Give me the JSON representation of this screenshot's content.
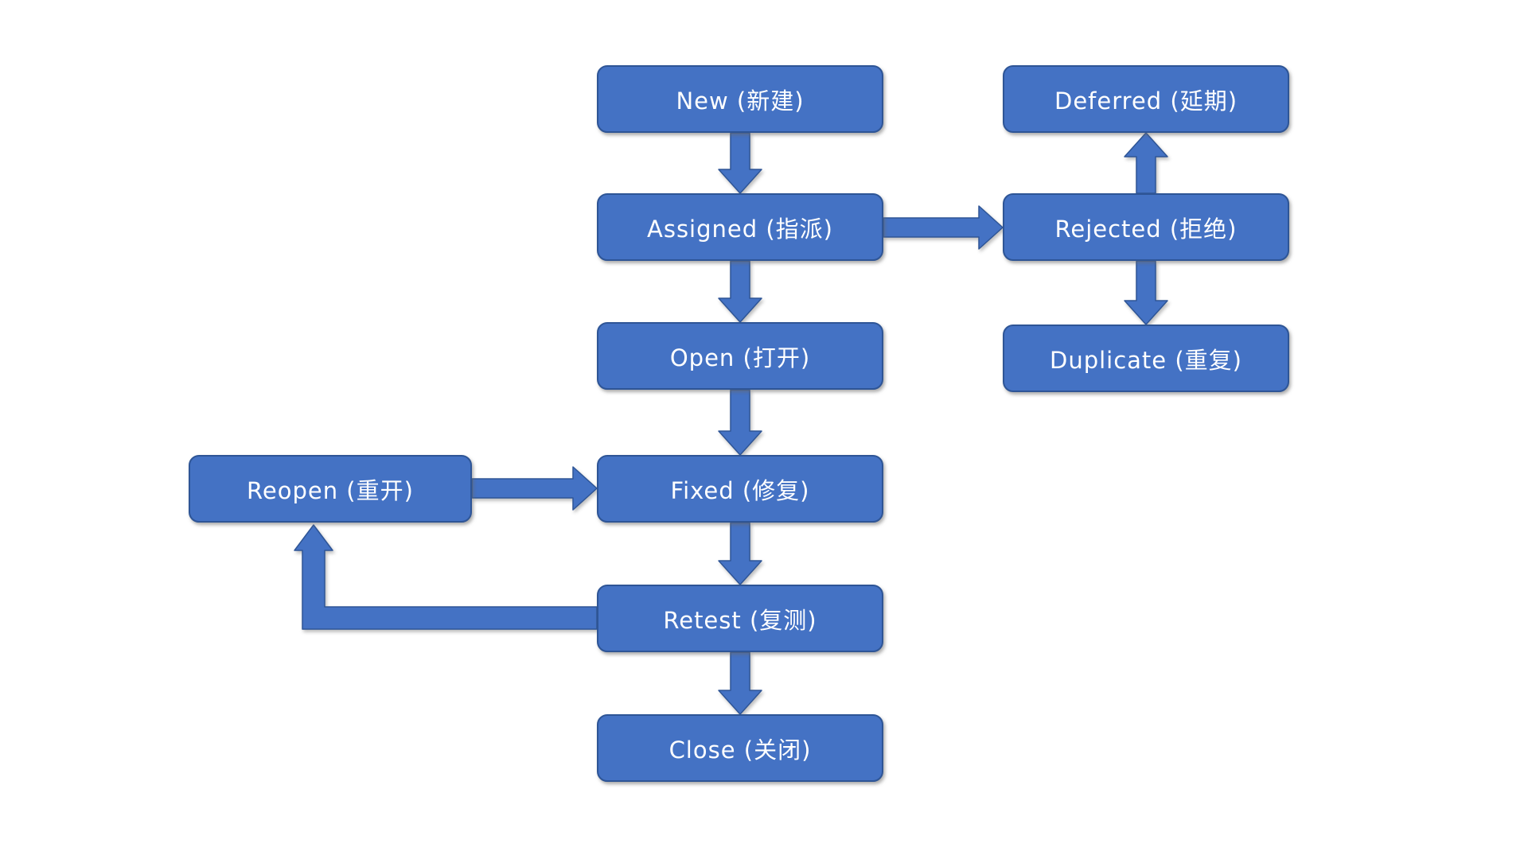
{
  "diagram": {
    "type": "flowchart",
    "description": "Bug lifecycle state workflow",
    "colors": {
      "node_fill": "#4472C4",
      "node_border": "#2E5596",
      "node_text": "#FFFFFF",
      "arrow_fill": "#4472C4",
      "background": "#FFFFFF"
    },
    "nodes": {
      "new": {
        "label": "New (新建)"
      },
      "assigned": {
        "label": "Assigned (指派)"
      },
      "open": {
        "label": "Open (打开)"
      },
      "fixed": {
        "label": "Fixed (修复)"
      },
      "retest": {
        "label": "Retest (复测)"
      },
      "close": {
        "label": "Close (关闭)"
      },
      "reopen": {
        "label": "Reopen (重开)"
      },
      "deferred": {
        "label": "Deferred (延期)"
      },
      "rejected": {
        "label": "Rejected (拒绝)"
      },
      "duplicate": {
        "label": "Duplicate (重复)"
      }
    },
    "edges": [
      {
        "from": "new",
        "to": "assigned",
        "direction": "down"
      },
      {
        "from": "assigned",
        "to": "open",
        "direction": "down"
      },
      {
        "from": "assigned",
        "to": "rejected",
        "direction": "right"
      },
      {
        "from": "rejected",
        "to": "deferred",
        "direction": "up"
      },
      {
        "from": "rejected",
        "to": "duplicate",
        "direction": "down"
      },
      {
        "from": "open",
        "to": "fixed",
        "direction": "down"
      },
      {
        "from": "reopen",
        "to": "fixed",
        "direction": "right"
      },
      {
        "from": "fixed",
        "to": "retest",
        "direction": "down"
      },
      {
        "from": "retest",
        "to": "reopen",
        "direction": "left-up"
      },
      {
        "from": "retest",
        "to": "close",
        "direction": "down"
      }
    ]
  }
}
